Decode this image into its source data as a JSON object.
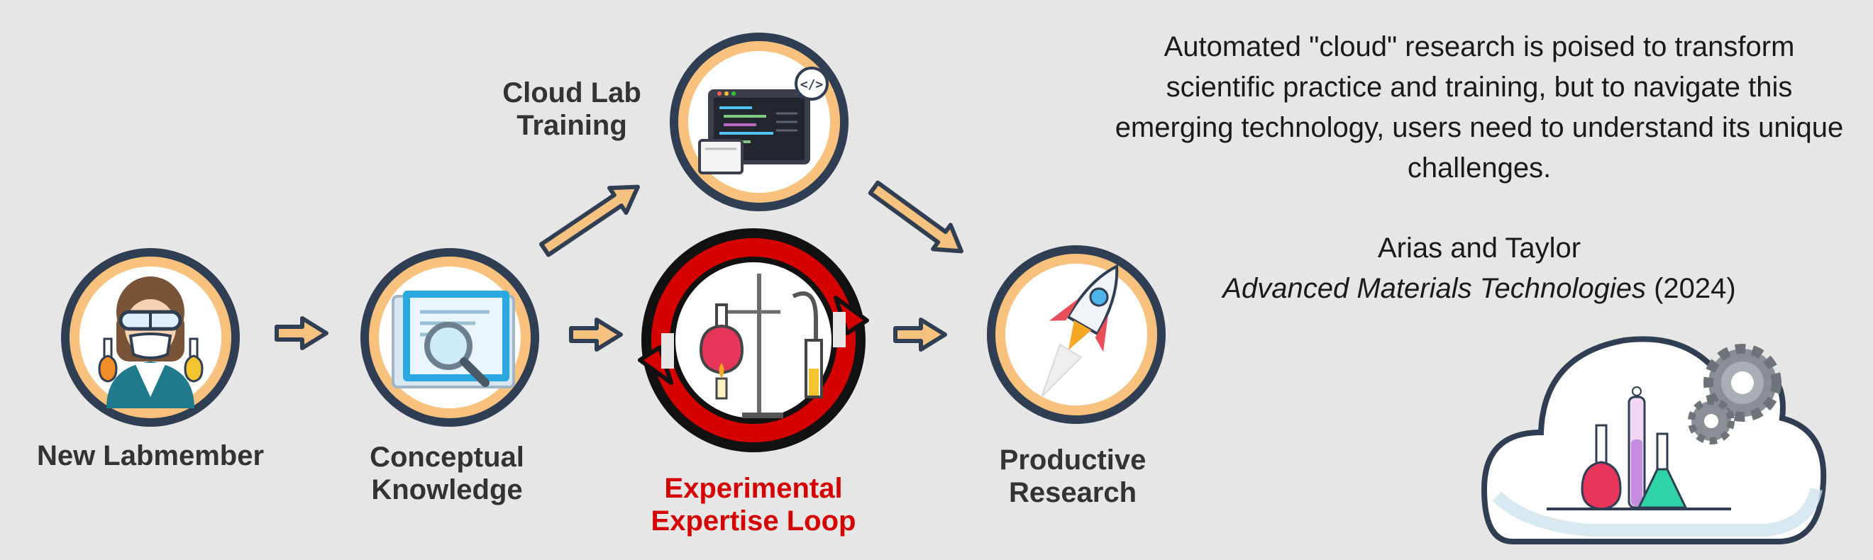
{
  "nodes": {
    "new_labmember": {
      "lines": [
        "New Labmember"
      ]
    },
    "conceptual_knowledge": {
      "lines": [
        "Conceptual",
        "Knowledge"
      ]
    },
    "cloud_lab_training": {
      "lines": [
        "Cloud Lab",
        "Training"
      ]
    },
    "experimental_expertise_loop": {
      "lines": [
        "Experimental",
        "Expertise Loop"
      ]
    },
    "productive_research": {
      "lines": [
        "Productive",
        "Research"
      ]
    }
  },
  "quote": "Automated \"cloud\" research is poised to transform scientific practice and training, but to navigate this emerging technology, users need to understand its unique challenges.",
  "citation": {
    "authors": "Arias and Taylor",
    "journal": "Advanced Materials Technologies",
    "year": "(2024)"
  },
  "colors": {
    "background": "#e6e6e6",
    "ring_navy": "#2f3e52",
    "ring_orange": "#f8c27e",
    "arrow_fill": "#f6c27f",
    "loop_red": "#d50000",
    "label_gray": "#333333",
    "label_red": "#d50000"
  },
  "icons": {
    "new_labmember": "scientist-with-flasks-icon",
    "conceptual_knowledge": "document-magnifier-icon",
    "cloud_lab_training": "laptop-code-icon",
    "experimental_expertise_loop": "lab-apparatus-icon",
    "productive_research": "rocket-icon",
    "cloud_lab": "cloud-flasks-gears-icon"
  }
}
